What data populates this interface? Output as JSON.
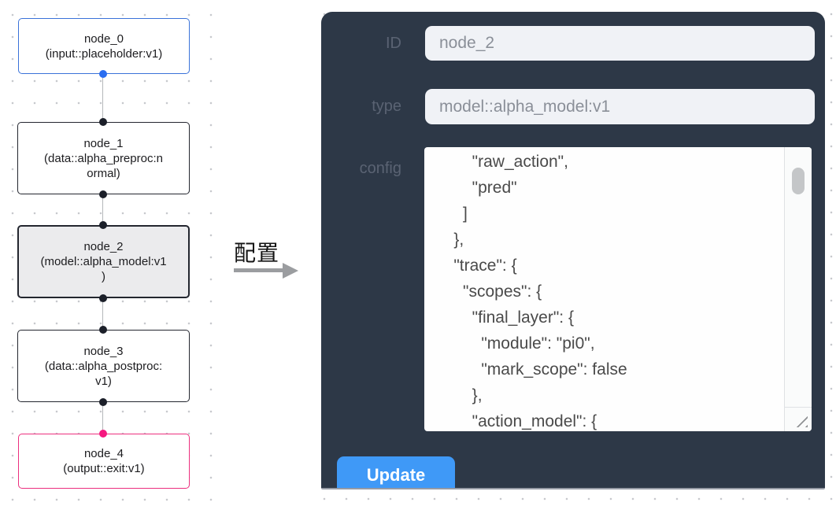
{
  "flow": {
    "nodes": [
      {
        "id": "node_0",
        "lines": [
          "node_0",
          "(input::placeholder:v1)"
        ],
        "accent_color": "#3a72d9",
        "selected": false
      },
      {
        "id": "node_1",
        "lines": [
          "node_1",
          "(data::alpha_preproc:n",
          "ormal)"
        ],
        "accent_color": "#23262f",
        "selected": false
      },
      {
        "id": "node_2",
        "lines": [
          "node_2",
          "(model::alpha_model:v1",
          ")"
        ],
        "accent_color": "#23262f",
        "selected": true
      },
      {
        "id": "node_3",
        "lines": [
          "node_3",
          "(data::alpha_postproc:",
          "v1)"
        ],
        "accent_color": "#23262f",
        "selected": false
      },
      {
        "id": "node_4",
        "lines": [
          "node_4",
          "(output::exit:v1)"
        ],
        "accent_color": "#ec2f7e",
        "selected": false
      }
    ],
    "port_colors": {
      "input_source": "#2a6df0",
      "default": "#1b1f29",
      "output_target": "#f5187f"
    }
  },
  "transition": {
    "label": "配置"
  },
  "config_panel": {
    "background_color": "#2d3847",
    "fields": [
      {
        "label": "ID",
        "value": "node_2"
      },
      {
        "label": "type",
        "value": "model::alpha_model:v1"
      },
      {
        "label": "config",
        "value": "        \"raw_action\",\n        \"pred\"\n      ]\n    },\n    \"trace\": {\n      \"scopes\": {\n        \"final_layer\": {\n          \"module\": \"pi0\",\n          \"mark_scope\": false\n        },\n        \"action_model\": {"
      }
    ],
    "update_button_label": "Update",
    "update_button_color": "#3f99f7"
  }
}
